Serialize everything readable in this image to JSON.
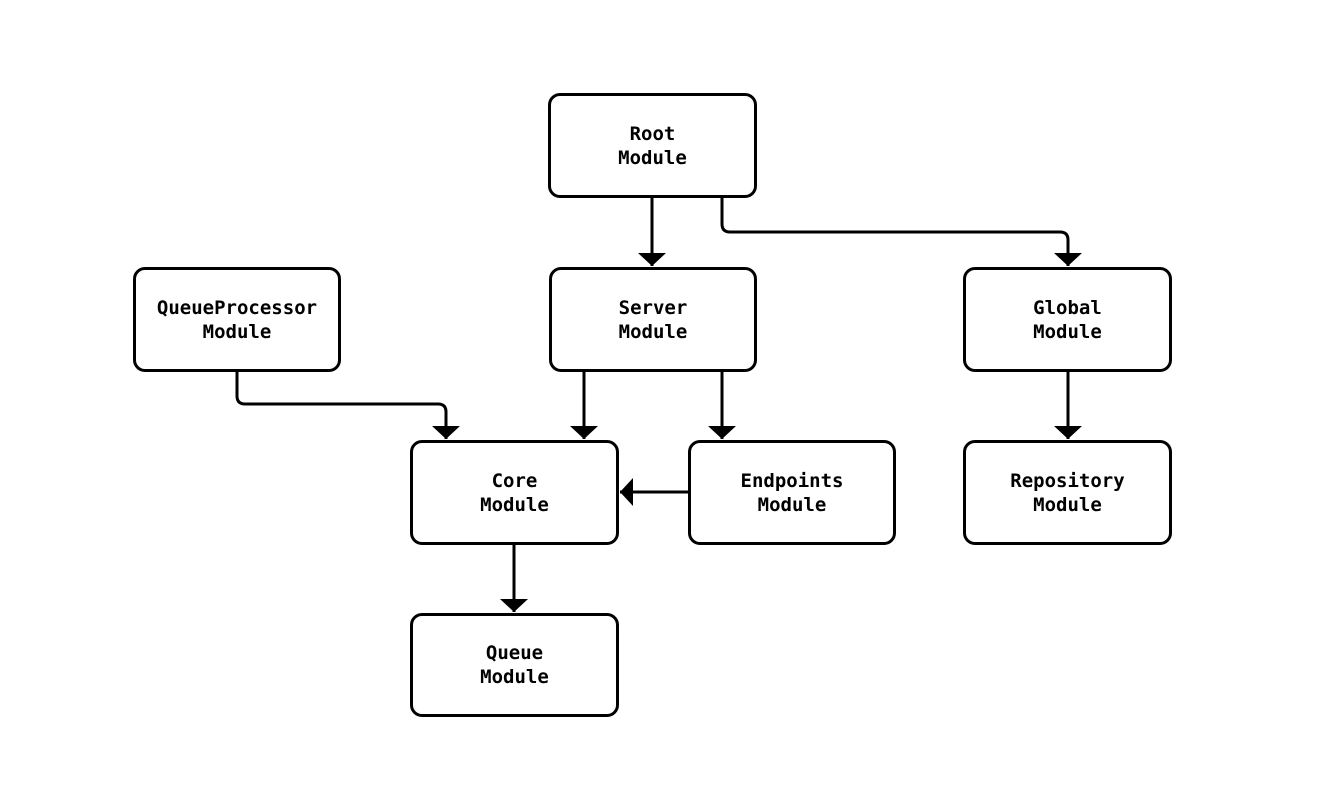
{
  "diagram": {
    "background_color": "#ffffff",
    "stroke_color": "#000000",
    "text_color": "#000000",
    "nodes": [
      {
        "id": "root",
        "label": "Root\nModule"
      },
      {
        "id": "queueprocessor",
        "label": "QueueProcessor\nModule"
      },
      {
        "id": "server",
        "label": "Server\nModule"
      },
      {
        "id": "global",
        "label": "Global\nModule"
      },
      {
        "id": "core",
        "label": "Core\nModule"
      },
      {
        "id": "endpoints",
        "label": "Endpoints\nModule"
      },
      {
        "id": "repository",
        "label": "Repository\nModule"
      },
      {
        "id": "queue",
        "label": "Queue\nModule"
      }
    ],
    "edges": [
      {
        "from": "root",
        "to": "server"
      },
      {
        "from": "root",
        "to": "global"
      },
      {
        "from": "queueprocessor",
        "to": "core"
      },
      {
        "from": "server",
        "to": "core"
      },
      {
        "from": "server",
        "to": "endpoints"
      },
      {
        "from": "endpoints",
        "to": "core"
      },
      {
        "from": "global",
        "to": "repository"
      },
      {
        "from": "core",
        "to": "queue"
      }
    ]
  }
}
